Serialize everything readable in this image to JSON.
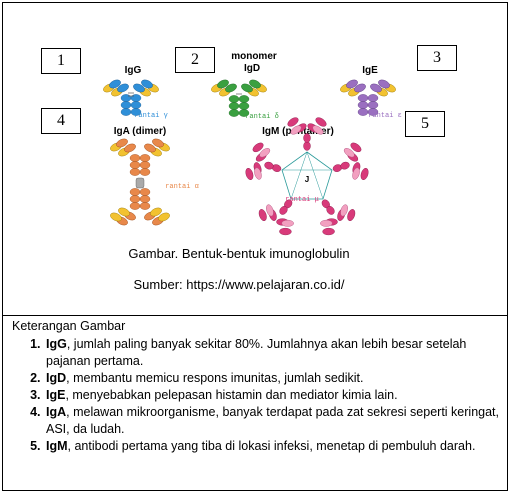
{
  "figure": {
    "number_boxes": [
      "1",
      "2",
      "3",
      "4",
      "5"
    ],
    "labels": {
      "igg": "IgG",
      "igd_top": "monomer",
      "igd": "IgD",
      "ige": "IgE",
      "iga": "IgA (dimer)",
      "igm": "IgM (pentamer)",
      "chain_gamma": "rantai γ",
      "chain_delta": "rantai δ",
      "chain_epsilon": "rantai ε",
      "chain_alpha": "rantai α",
      "chain_mu": "rantai μ",
      "j_chain": "J"
    },
    "caption": "Gambar. Bentuk-bentuk imunoglobulin",
    "source": "Sumber: https://www.pelajaran.co.id/"
  },
  "legend": {
    "title": "Keterangan Gambar",
    "items": [
      {
        "name": "IgG",
        "text": ", jumlah paling banyak sekitar 80%. Jumlahnya akan lebih besar setelah pajanan pertama."
      },
      {
        "name": "IgD",
        "text": ", membantu memicu respons imunitas, jumlah sedikit."
      },
      {
        "name": "IgE",
        "text": ", menyebabkan pelepasan histamin dan mediator kimia lain."
      },
      {
        "name": "IgA",
        "text": ", melawan mikroorganisme, banyak terdapat pada zat sekresi seperti keringat, ASI, da  ludah."
      },
      {
        "name": "IgM",
        "text": ", antibodi pertama yang tiba di lokasi infeksi, menetap di pembuluh darah."
      }
    ]
  },
  "colors": {
    "igg": "#2f8fd8",
    "igd": "#3aa040",
    "ige": "#9a6fc0",
    "iga": "#e8884a",
    "iga_light": "#f0b070",
    "igm": "#d83a7a",
    "igm_light": "#f2a0c0",
    "heavy_yellow": "#f2c230",
    "light_chain": "#e8d040"
  }
}
